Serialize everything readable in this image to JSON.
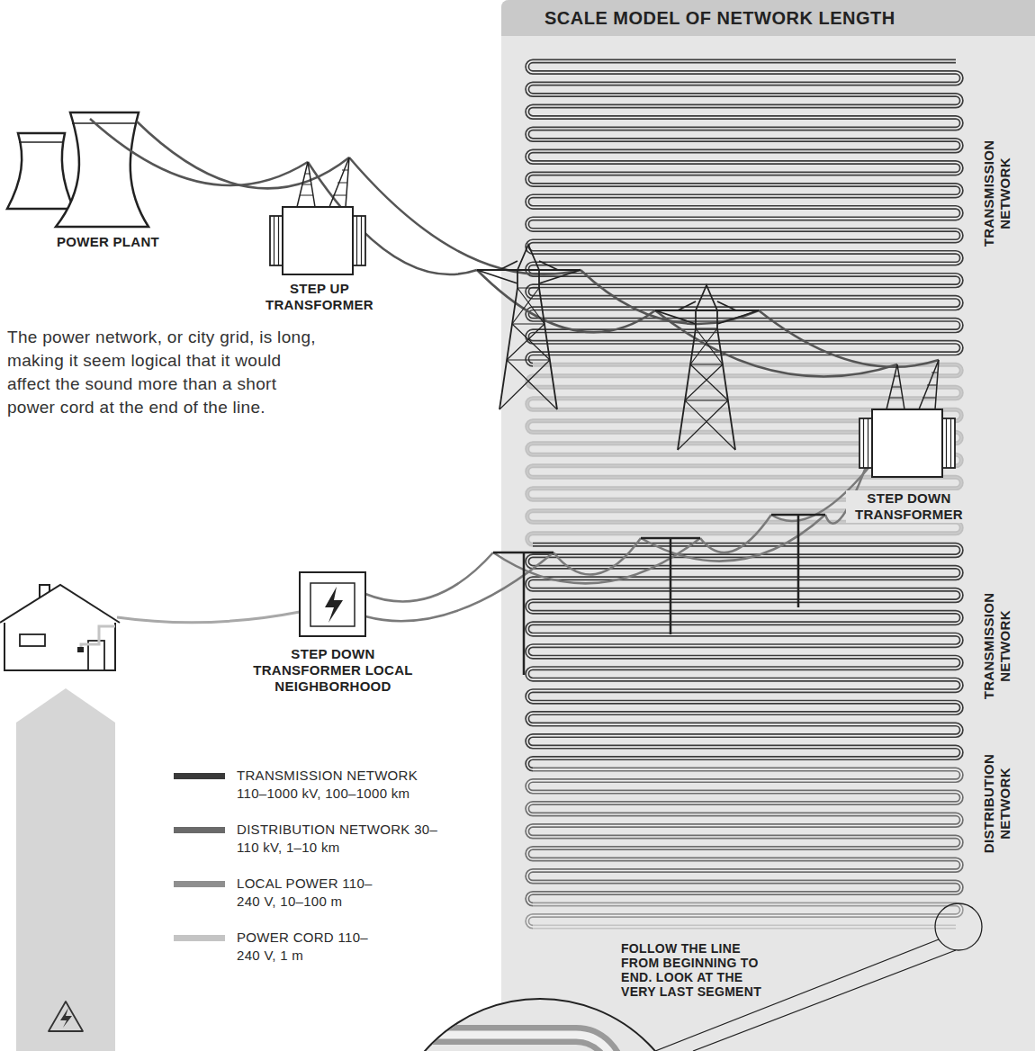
{
  "diagram": {
    "nodes": [
      {
        "text": [
          "SCALE MODEL OF NETWORK LENGTH"
        ]
      }
    ],
    "labels": [
      "POWER PLANT",
      "STEP UP TRANSFORMER",
      "The power network, or city grid, is long, making it seem logical that it would affect the sound more than a short power cord at the end of the line.",
      "STEP DOWN TRANSFORMER",
      "STEP DOWN TRANSFORMER LOCAL NEIGHBORHOOD",
      "TRANSMISSION NETWORK",
      "TRANSMISSION NETWORK",
      "DISTRIBUTION NETWORK",
      "FOLLOW THE LINE FROM BEGINNING TO END. LOOK AT THE VERY LAST SEGMENT"
    ],
    "legend": [
      {
        "text": "TRANSMISSION NETWORK 110–1000 kV, 100–1000 km",
        "color": "#3a3a3a"
      },
      {
        "text": "DISTRIBUTION NETWORK 30–110 kV, 1–10 km",
        "color": "#6a6a6a"
      },
      {
        "text": "LOCAL POWER 110–240 V, 10–100 m",
        "color": "#8f8f8f"
      },
      {
        "text": "POWER CORD 110–240 V, 1 m",
        "color": "#c4c4c4"
      }
    ]
  }
}
